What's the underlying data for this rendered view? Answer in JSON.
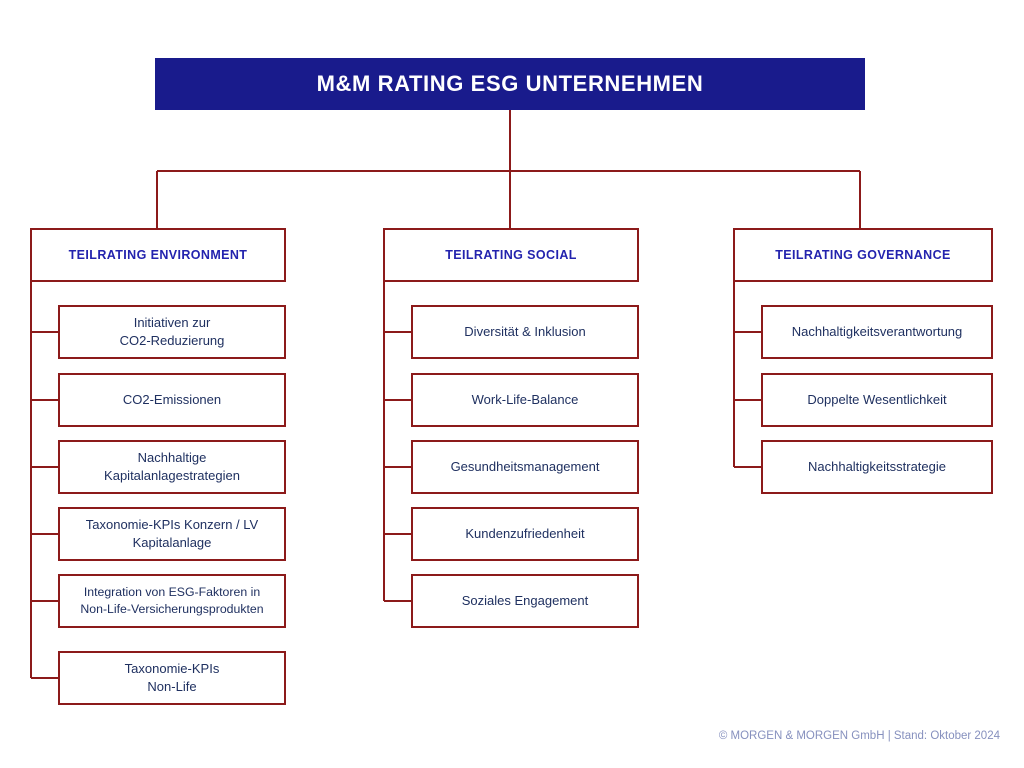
{
  "diagram": {
    "title": "M&M RATING ESG UNTERNEHMEN",
    "colors": {
      "root_fill": "#191B8C",
      "root_text": "#FFFFFF",
      "box_border": "#8C1A1A",
      "box_fill": "#FFFFFF",
      "category_text": "#2323AE",
      "leaf_text": "#1F3060",
      "connector": "#8C1A1A",
      "footer_text": "#8690BE"
    },
    "categories": [
      {
        "id": "environment",
        "label": "TEILRATING ENVIRONMENT",
        "items": [
          {
            "label": "Initiativen zur\nCO2-Reduzierung"
          },
          {
            "label": "CO2-Emissionen"
          },
          {
            "label": "Nachhaltige\nKapitalanlagestrategien"
          },
          {
            "label": "Taxonomie-KPIs Konzern / LV\nKapitalanlage"
          },
          {
            "label": "Integration von ESG-Faktoren in\nNon-Life-Versicherungsprodukten"
          },
          {
            "label": "Taxonomie-KPIs\nNon-Life"
          }
        ]
      },
      {
        "id": "social",
        "label": "TEILRATING SOCIAL",
        "items": [
          {
            "label": "Diversität & Inklusion"
          },
          {
            "label": "Work-Life-Balance"
          },
          {
            "label": "Gesundheitsmanagement"
          },
          {
            "label": "Kundenzufriedenheit"
          },
          {
            "label": "Soziales Engagement"
          }
        ]
      },
      {
        "id": "governance",
        "label": "TEILRATING GOVERNANCE",
        "items": [
          {
            "label": "Nachhaltigkeitsverantwortung"
          },
          {
            "label": "Doppelte Wesentlichkeit"
          },
          {
            "label": "Nachhaltigkeitsstrategie"
          }
        ]
      }
    ]
  },
  "footer": {
    "text": "© MORGEN & MORGEN GmbH | Stand: Oktober 2024"
  }
}
